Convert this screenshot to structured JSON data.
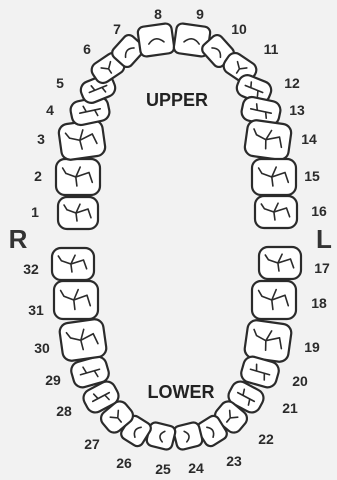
{
  "labels": {
    "upper": "UPPER",
    "lower": "LOWER",
    "right": "R",
    "left": "L"
  },
  "teeth": [
    {
      "num": "1",
      "type": "molar"
    },
    {
      "num": "2",
      "type": "molar"
    },
    {
      "num": "3",
      "type": "molar"
    },
    {
      "num": "4",
      "type": "premolar"
    },
    {
      "num": "5",
      "type": "premolar"
    },
    {
      "num": "6",
      "type": "canine"
    },
    {
      "num": "7",
      "type": "incisor"
    },
    {
      "num": "8",
      "type": "incisor"
    },
    {
      "num": "9",
      "type": "incisor"
    },
    {
      "num": "10",
      "type": "incisor"
    },
    {
      "num": "11",
      "type": "canine"
    },
    {
      "num": "12",
      "type": "premolar"
    },
    {
      "num": "13",
      "type": "premolar"
    },
    {
      "num": "14",
      "type": "molar"
    },
    {
      "num": "15",
      "type": "molar"
    },
    {
      "num": "16",
      "type": "molar"
    },
    {
      "num": "17",
      "type": "molar"
    },
    {
      "num": "18",
      "type": "molar"
    },
    {
      "num": "19",
      "type": "molar"
    },
    {
      "num": "20",
      "type": "premolar"
    },
    {
      "num": "21",
      "type": "premolar"
    },
    {
      "num": "22",
      "type": "canine"
    },
    {
      "num": "23",
      "type": "incisor"
    },
    {
      "num": "24",
      "type": "incisor"
    },
    {
      "num": "25",
      "type": "incisor"
    },
    {
      "num": "26",
      "type": "incisor"
    },
    {
      "num": "27",
      "type": "canine"
    },
    {
      "num": "28",
      "type": "premolar"
    },
    {
      "num": "29",
      "type": "premolar"
    },
    {
      "num": "30",
      "type": "molar"
    },
    {
      "num": "31",
      "type": "molar"
    },
    {
      "num": "32",
      "type": "molar"
    }
  ]
}
